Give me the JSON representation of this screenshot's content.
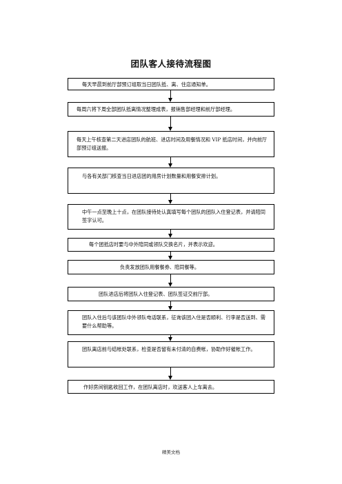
{
  "title": "团队客人接待流程图",
  "steps": [
    "每天早晨到前厅部预订组取当日团队抵、离、住店通知单。",
    "每周六将下周全部团队抵离情况整理成表，报销售部经理和前厅部经理。",
    "每天上午核查第二天进店团队的航班、进店时间及用餐情况和 VIP 抵店时间，并向前厅部预订组送报。",
    "与各有关部门核查当日进店团的用房计划数量和用餐安排计划。",
    "中午一点至晚上十点，在团队接待处认真填写每个团队的团队入住登记表，并请陪同签字认可。",
    "每个团抵店时要与中外陪同或领队交换名片，并表示欢迎。",
    "负责发放团队用餐餐券、陪同餐等。",
    "团队进店后将团队入住登记表、团队签证交前厅部。",
    "团队入住后与该团队中外领队电话联系，征询该团入住是否顺利、行李是否送到、需要什么帮助等。",
    "团队离店前与结帐处联系，检查是否留有未付清的自费帐，协助作好催帐工作。",
    "作好房间钥匙收回工作，在团队离店时，欢送客人上车离去。"
  ],
  "footer": "精美文档"
}
